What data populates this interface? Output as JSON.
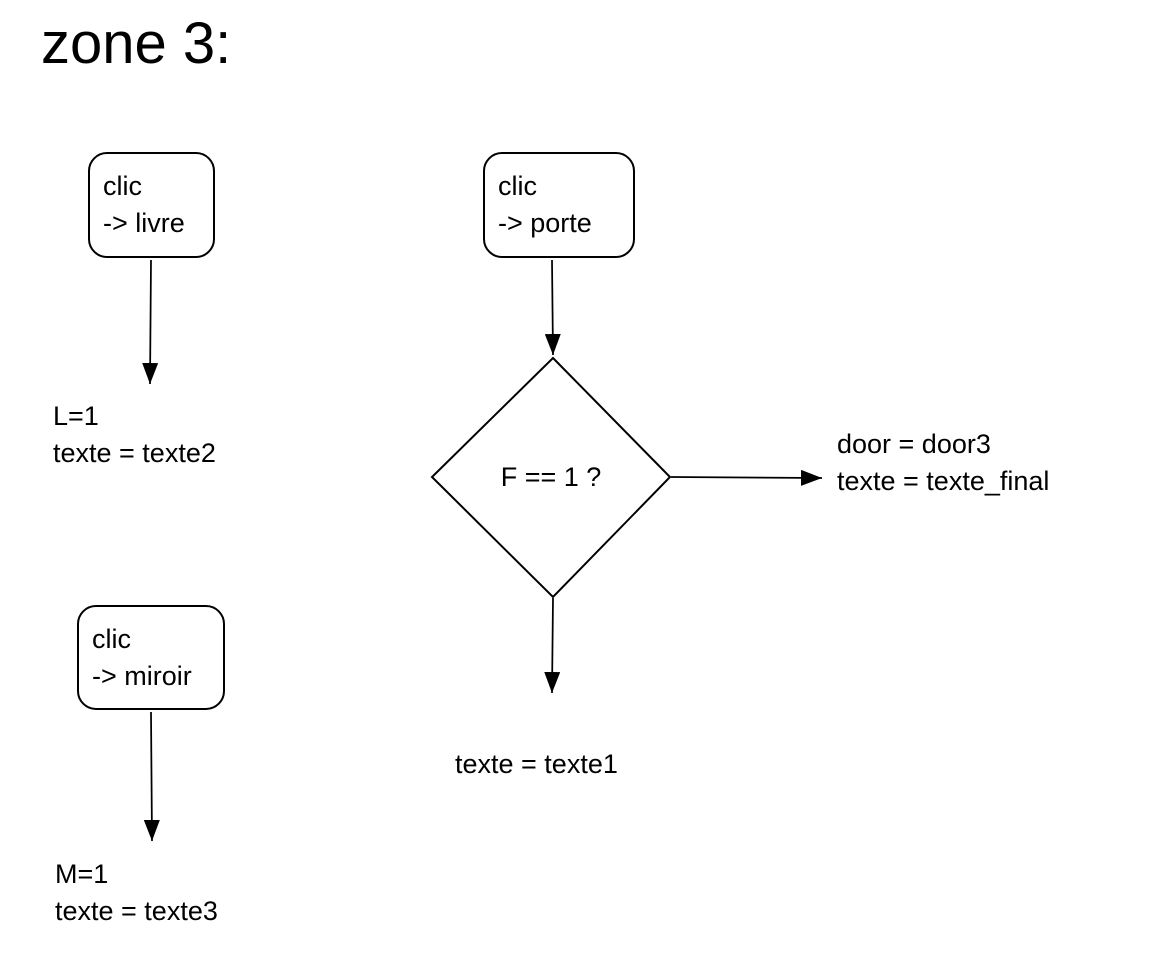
{
  "title": "zone 3:",
  "colors": {
    "ink": "#000000",
    "background": "#ffffff"
  },
  "nodes": {
    "livre_box": {
      "line1": "clic",
      "line2": "-> livre"
    },
    "porte_box": {
      "line1": "clic",
      "line2": "-> porte"
    },
    "miroir_box": {
      "line1": "clic",
      "line2": "-> miroir"
    },
    "decision": {
      "label": "F == 1 ?"
    }
  },
  "labels": {
    "livre_result": {
      "line1": "L=1",
      "line2": "texte = texte2"
    },
    "door_result": {
      "line1": "door = door3",
      "line2": "texte = texte_final"
    },
    "false_result": {
      "line1": "texte = texte1"
    },
    "miroir_result": {
      "line1": "M=1",
      "line2": "texte = texte3"
    }
  }
}
